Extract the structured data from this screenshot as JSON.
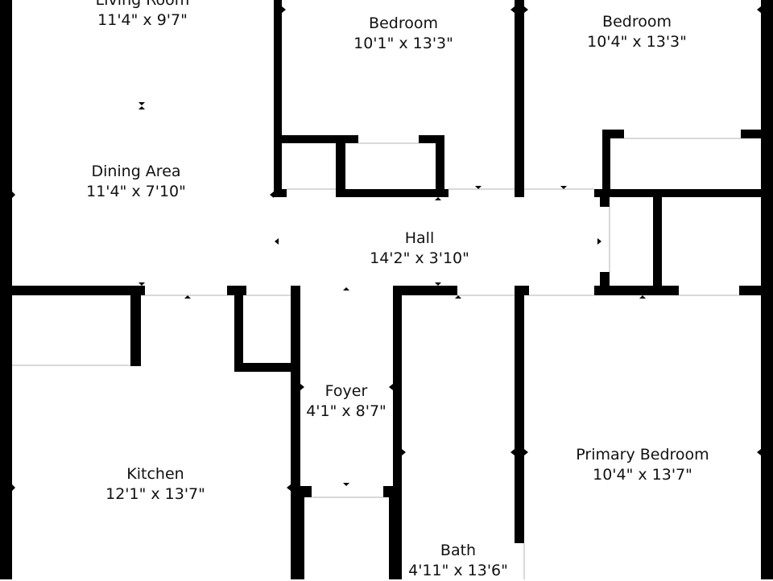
{
  "plan": {
    "wall_color": "#000000",
    "background_color": "#ffffff",
    "opening_color": "#d9d9d9"
  },
  "rooms": [
    {
      "name": "Living Room",
      "dims": "11'4\" x 9'7\""
    },
    {
      "name": "Bedroom",
      "dims": "10'1\" x 13'3\""
    },
    {
      "name": "Bedroom",
      "dims": "10'4\" x 13'3\""
    },
    {
      "name": "Dining Area",
      "dims": "11'4\" x 7'10\""
    },
    {
      "name": "Hall",
      "dims": "14'2\" x 3'10\""
    },
    {
      "name": "Foyer",
      "dims": "4'1\" x 8'7\""
    },
    {
      "name": "Kitchen",
      "dims": "12'1\" x 13'7\""
    },
    {
      "name": "Primary Bedroom",
      "dims": "10'4\" x 13'7\""
    },
    {
      "name": "Bath",
      "dims": "4'11\" x 13'6\""
    }
  ]
}
